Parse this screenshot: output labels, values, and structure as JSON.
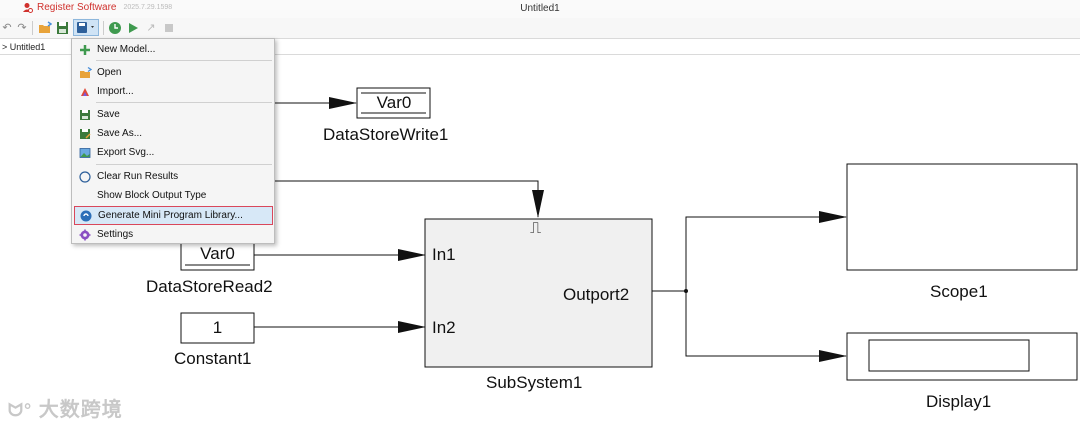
{
  "titlebar": {
    "register_label": "Register Software",
    "version": "2025.7.29.1598",
    "window_title": "Untitled1"
  },
  "toolbar": {
    "icons": [
      "undo-icon",
      "redo-icon",
      "open-folder-icon",
      "save-icon",
      "file-menu-icon",
      "clock-icon",
      "run-icon",
      "step-icon",
      "stop-icon"
    ]
  },
  "breadcrumb": {
    "text": "> Untitled1"
  },
  "menu": {
    "new_model": "New Model...",
    "open": "Open",
    "import": "Import...",
    "save": "Save",
    "save_as": "Save As...",
    "export_svg": "Export Svg...",
    "clear_run_results": "Clear Run Results",
    "show_block_output_type": "Show Block Output Type",
    "generate_library": "Generate Mini Program Library...",
    "settings": "Settings"
  },
  "blocks": {
    "datastore_write": {
      "value": "Var0",
      "name": "DataStoreWrite1"
    },
    "datastore_read": {
      "value": "Var0",
      "name": "DataStoreRead2"
    },
    "constant": {
      "value": "1",
      "name": "Constant1"
    },
    "subsystem": {
      "name": "SubSystem1",
      "in1": "In1",
      "in2": "In2",
      "out": "Outport2",
      "trigger_symbol": "⎍"
    },
    "scope": {
      "name": "Scope1"
    },
    "display": {
      "name": "Display1"
    }
  },
  "watermark": {
    "text": "大数跨境"
  },
  "colors": {
    "accent_red": "#d0312d",
    "highlight": "#d7e8f7",
    "highlight_border": "#d9475b",
    "subsystem_fill": "#f0f0f0"
  }
}
